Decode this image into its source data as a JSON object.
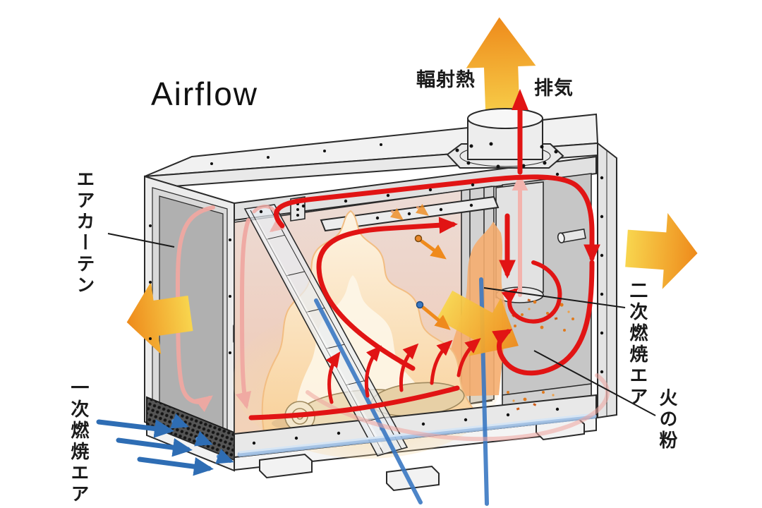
{
  "title": "Airflow",
  "labels": {
    "radiant_heat": "輻射熱",
    "exhaust": "排気",
    "air_curtain": "エアカーテン",
    "primary_combustion_air": "一次燃焼エア",
    "secondary_combustion_air": "二次燃焼エア",
    "sparks": "火の粉"
  },
  "colors": {
    "hot_flow_red": "#e11414",
    "pale_flow_pink": "#f0a8a2",
    "intake_blue": "#2e6db4",
    "heat_arrow_yellow": "#f8d54e",
    "heat_arrow_orange": "#ee8a1b",
    "casing_gray": "#ececec",
    "glass_gray": "#b0b0b0",
    "flame_cream": "#fdf3e0",
    "flame_orange": "#f5ad6f",
    "spark_orange": "#e07a1e"
  }
}
